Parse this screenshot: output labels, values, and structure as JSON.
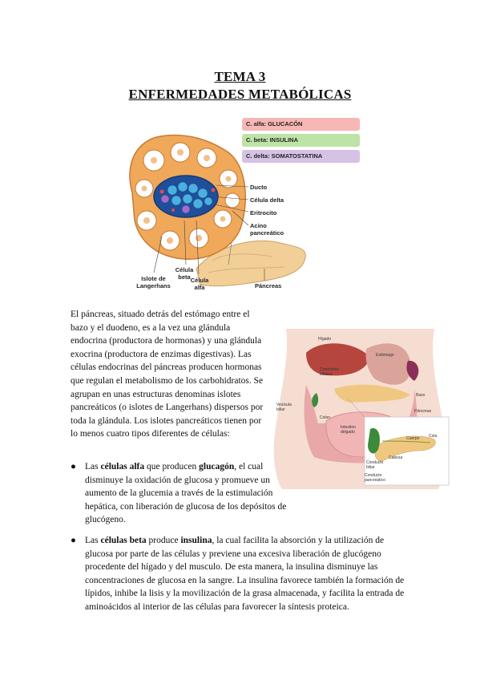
{
  "title": {
    "line1": "TEMA 3",
    "line2": "ENFERMEDADES METABÓLICAS"
  },
  "diagram": {
    "legend": [
      {
        "label": "C. alfa: GLUCACÓN",
        "color": "#f6b7b5"
      },
      {
        "label": "C. beta: INSULINA",
        "color": "#bde3a6"
      },
      {
        "label": "C. delta: SOMATOSTATINA",
        "color": "#d6c2e4"
      }
    ],
    "labels": {
      "ducto": "Ducto",
      "celula_delta": "Célula delta",
      "eritrocito": "Eritrocito",
      "acino": "Acino pancreático",
      "islote": "Islote de Langerhans",
      "celula_beta": "Célula beta",
      "celula_alfa": "Célula alfa",
      "pancreas": "Páncreas"
    }
  },
  "intro": "El páncreas, situado detrás del estómago entre el bazo y el duodeno, es a la vez una glándula endocrina (productora de hormonas) y una glándula exocrina (productora de enzimas digestivas). Las células endocrinas del páncreas producen hormonas que regulan el metabolismo de los carbohidratos. Se agrupan en unas estructuras denominas islotes pancreáticos (o islotes de Langerhans) dispersos por toda la glándula. Los islotes pancreáticos tienen por lo menos cuatro tipos diferentes de células:",
  "bullets": {
    "b1": {
      "pre": "Las ",
      "bold1": "células alfa",
      "mid": " que producen ",
      "bold2": "glucagón",
      "post": ", el cual disminuye la oxidación de glucosa y promueve un aumento de la glucemia a través de la estimulación hepática, con liberación de glucosa de los depósitos de glucógeno."
    },
    "b2": {
      "pre": "Las ",
      "bold1": "células beta",
      "mid": " produce ",
      "bold2": "insulina",
      "post": ", la cual facilita la absorción y la utilización de glucosa por parte de las células y previene una excesiva liberación de glucógeno procedente del hígado y del musculo. De esta manera, la insulina disminuye las concentraciones de glucosa en la sangre. La insulina favorece también la formación de lípidos, inhibe la lisis y la movilización de la grasa almacenada, y facilita la entrada de aminoácidos al interior de las células para favorecer la síntesis proteica."
    }
  },
  "torso": {
    "labels": {
      "higado": "Hígado",
      "estomago": "Estómago",
      "conductos": "Conductos biliares",
      "bazo": "Bazo",
      "vesicula": "Vesícula biliar",
      "pancreas": "Páncreas",
      "colon": "Colon",
      "intestino": "Intestino delgado",
      "cuerpo": "Cuerpo",
      "cola": "Cola",
      "cabeza": "Cabeza",
      "conducto_biliar": "Conducto biliar",
      "conducto_pancreatico": "Conducto pancreático"
    }
  }
}
